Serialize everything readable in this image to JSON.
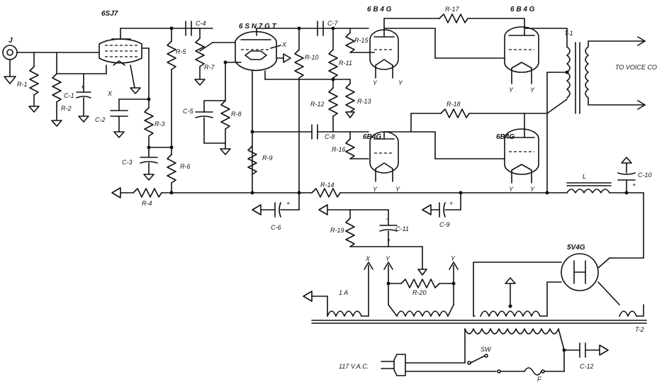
{
  "labels": {
    "jack": "J",
    "tube_6sj7": "6SJ7",
    "tube_6sn7gt": "6 S N 7 G T",
    "tube_6b4g_top_left": "6 B 4 G",
    "tube_6b4g_top_right": "6 B 4 G",
    "tube_6b4g_bot_left": "6B4G",
    "tube_6b4g_bot_right": "6B4G",
    "tube_5v4g": "5V4G",
    "r1": "R-1",
    "r2": "R-2",
    "r3": "R-3",
    "r4": "R-4",
    "r5": "R-5",
    "r6": "R-6",
    "r7": "R-7",
    "r8": "R-8",
    "r9": "R-9",
    "r10": "R-10",
    "r11": "R-11",
    "r12": "R-12",
    "r13": "R-13",
    "r14": "R-14",
    "r15": "R-15",
    "r16": "R-16",
    "r17": "R-17",
    "r18": "R-18",
    "r19": "R-19",
    "r20": "R-20",
    "c1": "C-1",
    "c2": "C-2",
    "c3": "C-3",
    "c4": "C-4",
    "c5": "C-5",
    "c6": "C-6",
    "c7": "C-7",
    "c8": "C-8",
    "c9": "C-9",
    "c10": "C-10",
    "c11": "C-11",
    "c12": "C-12",
    "t1": "T-1",
    "t2": "T-2",
    "choke": "L",
    "voice_coil": "TO VOICE COIL",
    "fuse": "F",
    "switch": "SW",
    "mains": "117 V.A.C.",
    "fuse_rating": "1 A",
    "x": "X",
    "y": "Y"
  }
}
